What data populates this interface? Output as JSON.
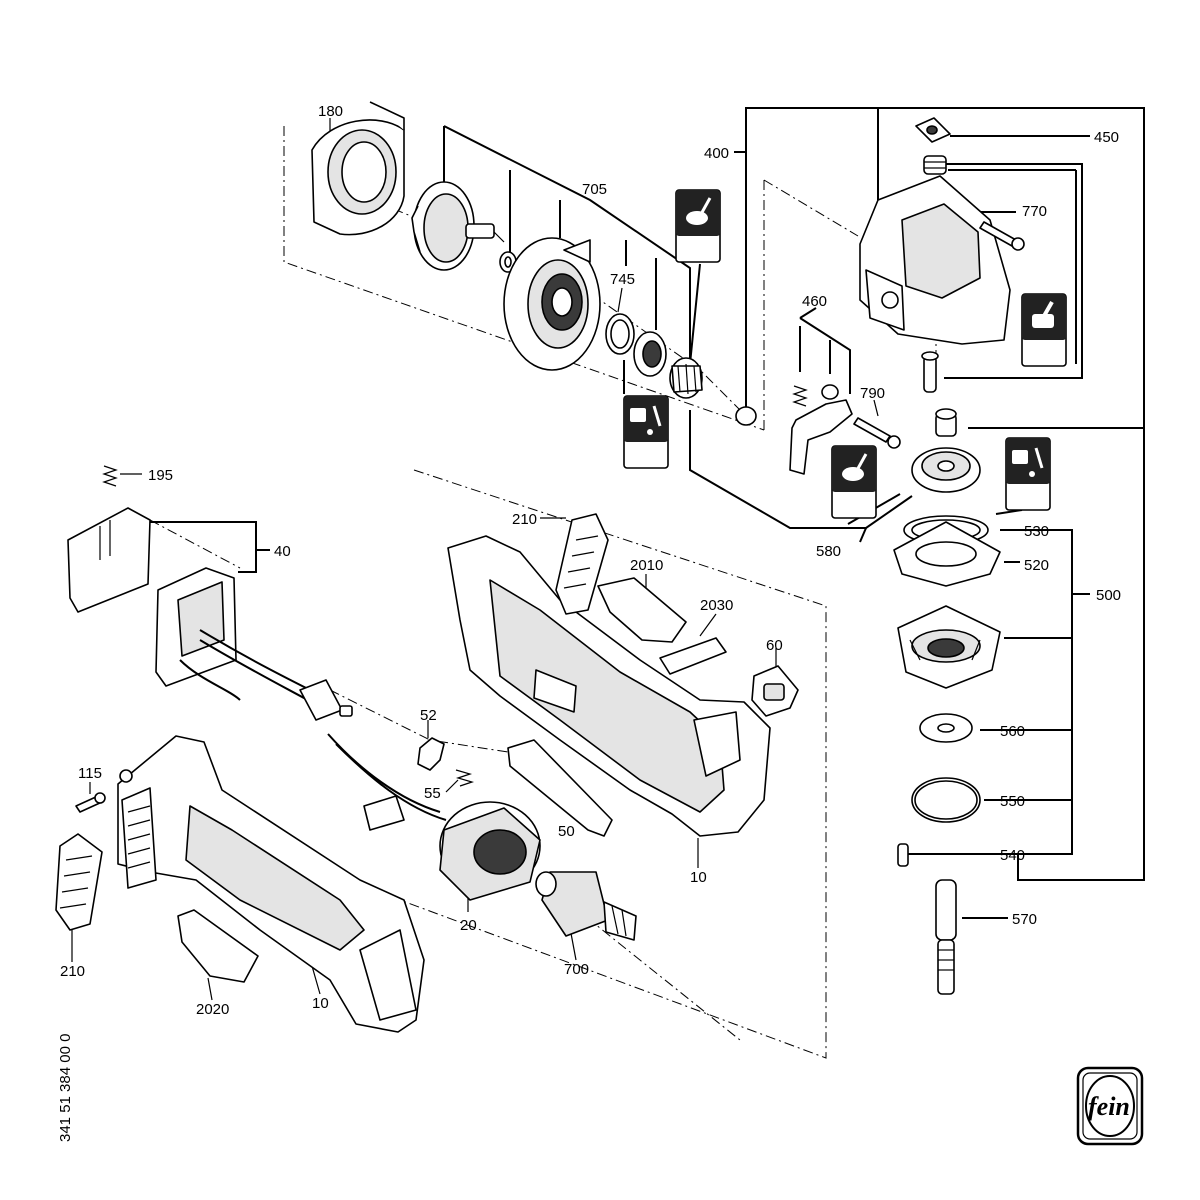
{
  "document_number": "341 51 384 00 0",
  "logo": {
    "text": "fein",
    "icon": "fein-logo-icon"
  },
  "labels": {
    "l180": "180",
    "l705": "705",
    "l745": "745",
    "l400": "400",
    "l450": "450",
    "l770": "770",
    "l460": "460",
    "l790": "790",
    "l580": "580",
    "l530": "530",
    "l520": "520",
    "l500": "500",
    "l560": "560",
    "l550": "550",
    "l540": "540",
    "l570": "570",
    "l195": "195",
    "l40": "40",
    "l210a": "210",
    "l2010": "2010",
    "l2030": "2030",
    "l60": "60",
    "l52": "52",
    "l115": "115",
    "l55": "55",
    "l50": "50",
    "l10a": "10",
    "l20": "20",
    "l700": "700",
    "l210b": "210",
    "l2020": "2020",
    "l10b": "10"
  },
  "icons": [
    "grease-brush-icon",
    "grease-brush-icon",
    "grease-brush-icon",
    "oil-can-brush-icon",
    "oil-can-brush-icon"
  ]
}
